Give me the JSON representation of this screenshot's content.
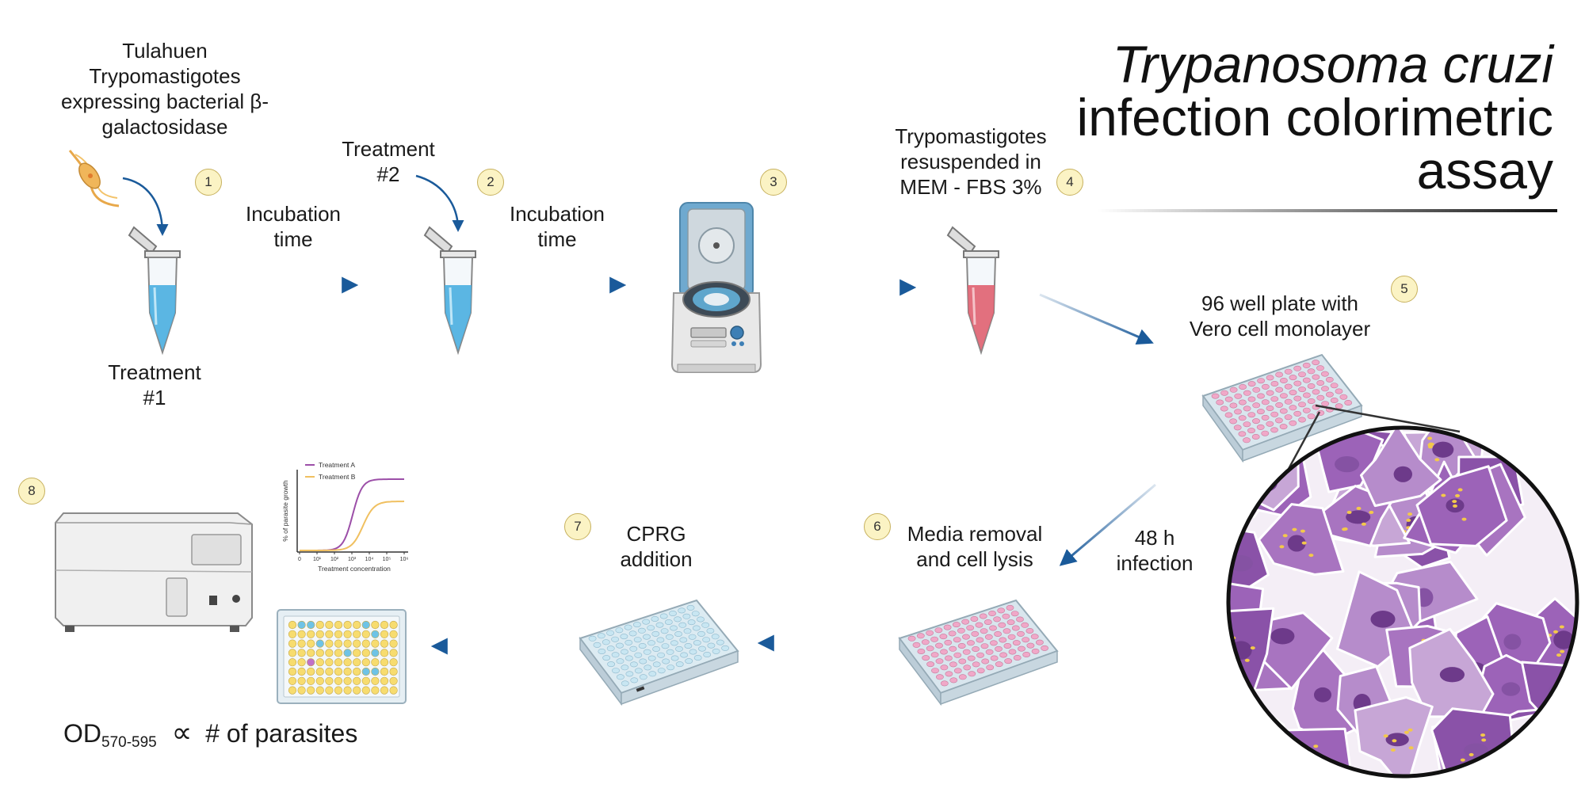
{
  "title": {
    "line1": "Trypanosoma cruzi",
    "line2": "infection colorimetric",
    "line3": "assay"
  },
  "steps": [
    {
      "num": "1",
      "label_lines": [
        "Tulahuen",
        "Trypomastigotes",
        "expressing bacterial β-",
        "galactosidase"
      ],
      "sub_label_lines": [
        "Treatment",
        "#1"
      ]
    },
    {
      "num": "2",
      "label_lines": [
        "Treatment",
        "#2"
      ]
    },
    {
      "num": "3"
    },
    {
      "num": "4",
      "label_lines": [
        "Trypomastigotes",
        "resuspended in",
        "MEM - FBS 3%"
      ]
    },
    {
      "num": "5",
      "label_lines": [
        "96 well plate with",
        "Vero cell monolayer"
      ]
    },
    {
      "num": "6",
      "label_lines": [
        "Media removal",
        "and cell lysis"
      ]
    },
    {
      "num": "7",
      "label_lines": [
        "CPRG",
        "addition"
      ]
    },
    {
      "num": "8"
    }
  ],
  "arrows": {
    "incubation_1": [
      "Incubation",
      "time"
    ],
    "incubation_2": [
      "Incubation",
      "time"
    ],
    "infection": [
      "48 h",
      "infection"
    ]
  },
  "readout": {
    "od_main": "OD",
    "od_sub": "570-595",
    "proportional_symbol": "∝",
    "od_rest": "# of parasites"
  },
  "graph": {
    "legend_a": "Treatment A",
    "legend_b": "Treatment B",
    "y_label": "% of parasite growth",
    "x_label": "Treatment concentration",
    "x_ticks": [
      "0",
      "10¹",
      "10²",
      "10³",
      "10⁴",
      "10⁵",
      "10⁶"
    ]
  },
  "colors": {
    "arrow": "#1a5a9a",
    "badge_fill": "#fbf3c4",
    "tube_blue": "#4aaee0",
    "tube_red": "#e06070",
    "cell_purple": "#9c63b8",
    "well_pink": "#f0a8c8",
    "well_blue": "#c8e6f2",
    "well_yellow": "#f7dc6f",
    "curve_a": "#9c4fa8",
    "curve_b": "#f0c060"
  }
}
